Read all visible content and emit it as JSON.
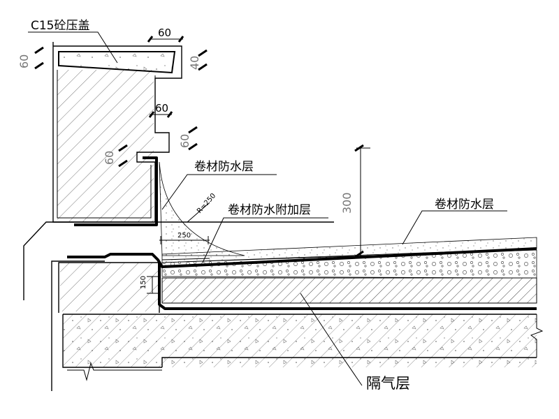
{
  "labels": {
    "coping": "C15砼压盖",
    "membrane_upper": "卷材防水层",
    "membrane_additional": "卷材防水附加层",
    "membrane_roof": "卷材防水层",
    "vapor_barrier": "隔气层"
  },
  "dimensions": {
    "coping_width": "60",
    "coping_thk_left": "60",
    "coping_thk_right": "40",
    "groove_depth": "60",
    "groove_height": "60",
    "lip_height": "60",
    "upturn": "300",
    "radius": "R=250",
    "additional_len": "250",
    "step": "150"
  }
}
